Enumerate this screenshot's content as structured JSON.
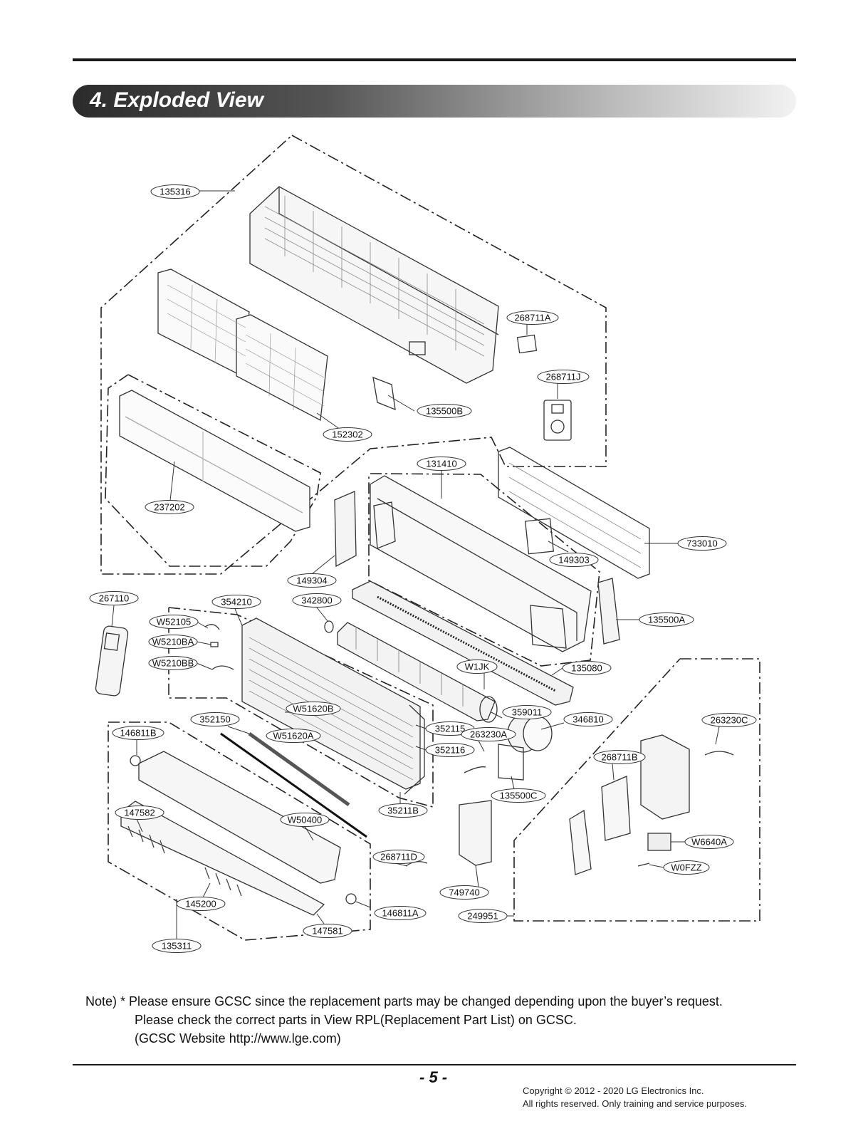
{
  "section_title": "4. Exploded View",
  "callouts": [
    {
      "id": "135316"
    },
    {
      "id": "268711A"
    },
    {
      "id": "268711J"
    },
    {
      "id": "135500B"
    },
    {
      "id": "152302"
    },
    {
      "id": "237202"
    },
    {
      "id": "131410"
    },
    {
      "id": "733010"
    },
    {
      "id": "149303"
    },
    {
      "id": "149304"
    },
    {
      "id": "267110"
    },
    {
      "id": "354210"
    },
    {
      "id": "342800"
    },
    {
      "id": "135500A"
    },
    {
      "id": "W52105"
    },
    {
      "id": "W5210BA"
    },
    {
      "id": "W5210BB"
    },
    {
      "id": "W1JK"
    },
    {
      "id": "135080"
    },
    {
      "id": "W51620B"
    },
    {
      "id": "352150"
    },
    {
      "id": "359011"
    },
    {
      "id": "346810"
    },
    {
      "id": "263230C"
    },
    {
      "id": "146811B"
    },
    {
      "id": "W51620A"
    },
    {
      "id": "352115"
    },
    {
      "id": "263230A"
    },
    {
      "id": "352116"
    },
    {
      "id": "268711B"
    },
    {
      "id": "135500C"
    },
    {
      "id": "147582"
    },
    {
      "id": "35211B"
    },
    {
      "id": "W50400"
    },
    {
      "id": "W6640A"
    },
    {
      "id": "268711D"
    },
    {
      "id": "W0FZZ"
    },
    {
      "id": "145200"
    },
    {
      "id": "749740"
    },
    {
      "id": "146811A"
    },
    {
      "id": "249951"
    },
    {
      "id": "147581"
    },
    {
      "id": "135311"
    }
  ],
  "note": {
    "line1": "Note) * Please ensure GCSC since the replacement parts may be changed depending upon the buyer’s request.",
    "line2": "Please check the correct parts in View RPL(Replacement Part List) on GCSC.",
    "line3": "(GCSC Website http://www.lge.com)"
  },
  "page_number": "- 5 -",
  "copyright": {
    "line1": "Copyright © 2012 - 2020 LG Electronics Inc.",
    "line2": "All rights reserved. Only training and service purposes."
  }
}
